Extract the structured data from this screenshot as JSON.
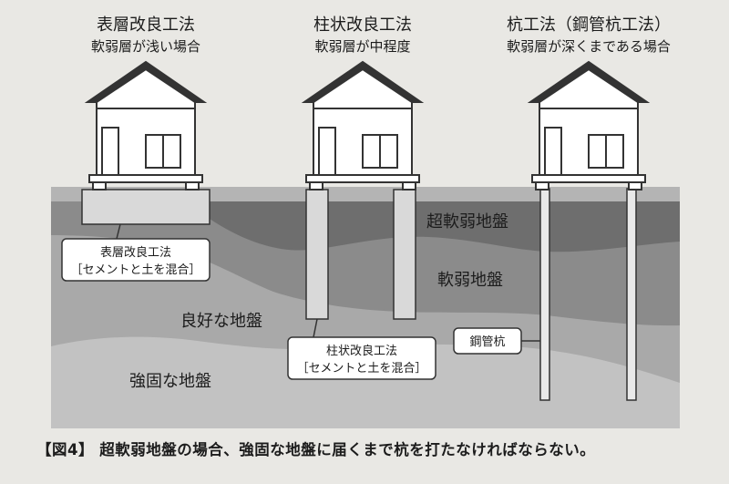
{
  "methods": [
    {
      "title": "表層改良工法",
      "subtitle": "軟弱層が浅い場合"
    },
    {
      "title": "柱状改良工法",
      "subtitle": "軟弱層が中程度"
    },
    {
      "title": "杭工法（鋼管杭工法）",
      "subtitle": "軟弱層が深くまである場合"
    }
  ],
  "layers": {
    "super_soft": "超軟弱地盤",
    "soft": "軟弱地盤",
    "good": "良好な地盤",
    "firm": "強固な地盤"
  },
  "callouts": {
    "surface": {
      "line1": "表層改良工法",
      "line2": "［セメントと土を混合］"
    },
    "column": {
      "line1": "柱状改良工法",
      "line2": "［セメントと土を混合］"
    },
    "pile": {
      "line1": "鋼管杭"
    }
  },
  "caption": "【図4】 超軟弱地盤の場合、強固な地盤に届くまで杭を打たなければならない。",
  "colors": {
    "background": "#e9e8e4",
    "ground_surface": "#b4b4b4",
    "super_soft_layer": "#6e6e6e",
    "soft_layer": "#8b8b8b",
    "good_layer": "#a9a9a9",
    "firm_layer": "#c2c2c2",
    "improved_soil": "#d9d9d9",
    "house": "#ffffff",
    "roof": "#333333"
  }
}
